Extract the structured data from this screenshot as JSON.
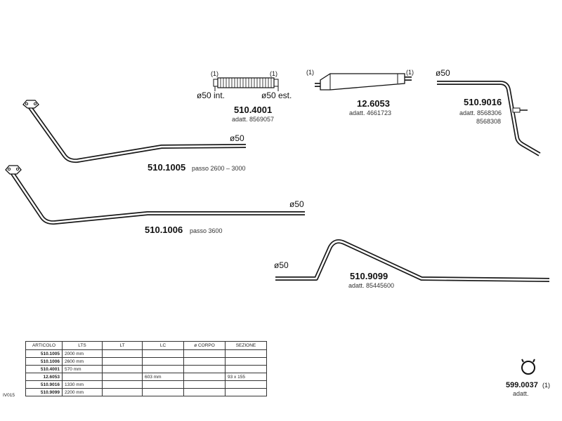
{
  "parts": {
    "p5104001": {
      "code": "510.4001",
      "note": "adatt. 8569057",
      "tag_left": "(1)",
      "tag_right": "(1)",
      "dia_int": "ø50  int.",
      "dia_est": "ø50  est."
    },
    "p126053": {
      "code": "12.6053",
      "note": "adatt. 4661723",
      "tag_left": "(1)",
      "tag_right": "(1)"
    },
    "p5109016": {
      "code": "510.9016",
      "note1": "adatt. 8568306",
      "note2": "8568308",
      "dia": "ø50"
    },
    "p5101005": {
      "code": "510.1005",
      "note": "passo  2600  –  3000",
      "dia": "ø50"
    },
    "p5101006": {
      "code": "510.1006",
      "note": "passo  3600",
      "dia": "ø50"
    },
    "p5109099": {
      "code": "510.9099",
      "note": "adatt. 85445600",
      "dia": "ø50"
    },
    "p5990037": {
      "code": "599.0037",
      "tag": "(1)",
      "note": "adatt."
    }
  },
  "table": {
    "headers": [
      "ARTICOLO",
      "LTS",
      "LT",
      "LC",
      "ø CORPO",
      "SEZIONE"
    ],
    "rows": [
      [
        "510.1005",
        "2000  mm",
        "",
        "",
        "",
        ""
      ],
      [
        "510.1006",
        "2600  mm",
        "",
        "",
        "",
        ""
      ],
      [
        "510.4001",
        "570  mm",
        "",
        "",
        "",
        ""
      ],
      [
        "12.6053",
        "",
        "",
        "603  mm",
        "",
        "93  x  155"
      ],
      [
        "510.9016",
        "1330  mm",
        "",
        "",
        "",
        ""
      ],
      [
        "510.9099",
        "2200  mm",
        "",
        "",
        "",
        ""
      ]
    ]
  },
  "catalog_code": "IV015"
}
